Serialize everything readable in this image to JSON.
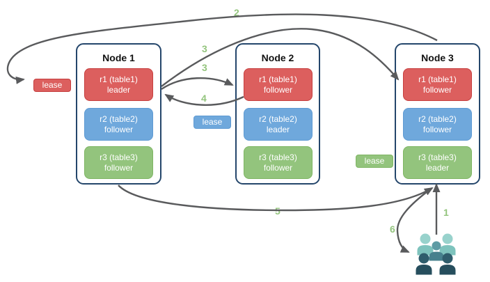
{
  "nodes": [
    {
      "title": "Node 1",
      "replicas": [
        {
          "range": "r1 (table1)",
          "role": "leader",
          "color": "red"
        },
        {
          "range": "r2 (table2)",
          "role": "follower",
          "color": "blue"
        },
        {
          "range": "r3 (table3)",
          "role": "follower",
          "color": "green"
        }
      ]
    },
    {
      "title": "Node 2",
      "replicas": [
        {
          "range": "r1 (table1)",
          "role": "follower",
          "color": "red"
        },
        {
          "range": "r2 (table2)",
          "role": "leader",
          "color": "blue"
        },
        {
          "range": "r3 (table3)",
          "role": "follower",
          "color": "green"
        }
      ]
    },
    {
      "title": "Node 3",
      "replicas": [
        {
          "range": "r1 (table1)",
          "role": "follower",
          "color": "red"
        },
        {
          "range": "r2 (table2)",
          "role": "follower",
          "color": "blue"
        },
        {
          "range": "r3 (table3)",
          "role": "leader",
          "color": "green"
        }
      ]
    }
  ],
  "leases": [
    {
      "label": "lease",
      "color": "red"
    },
    {
      "label": "lease",
      "color": "blue"
    },
    {
      "label": "lease",
      "color": "green"
    }
  ],
  "steps": {
    "s1": "1",
    "s2": "2",
    "s3a": "3",
    "s3b": "3",
    "s4": "4",
    "s5": "5",
    "s6": "6"
  },
  "icons": {
    "users_icon": "group of five users (light, medium and dark teal people silhouettes)"
  },
  "colors": {
    "node-border": "#24466B",
    "red-fill": "#DC5F5E",
    "red-border": "#C63F3F",
    "blue-fill": "#6FA8DC",
    "blue-border": "#5E9AD3",
    "green-fill": "#93C47D",
    "green-border": "#7EB563",
    "arrow": "#595A5C",
    "step-label": "#93C47D",
    "user-light-head": "#98D2CC",
    "user-light-body": "#7EC3BD",
    "user-mid-head": "#5E9BA4",
    "user-mid-body": "#47808D",
    "user-dark-head": "#2F5D6C",
    "user-dark-body": "#264E5D"
  }
}
